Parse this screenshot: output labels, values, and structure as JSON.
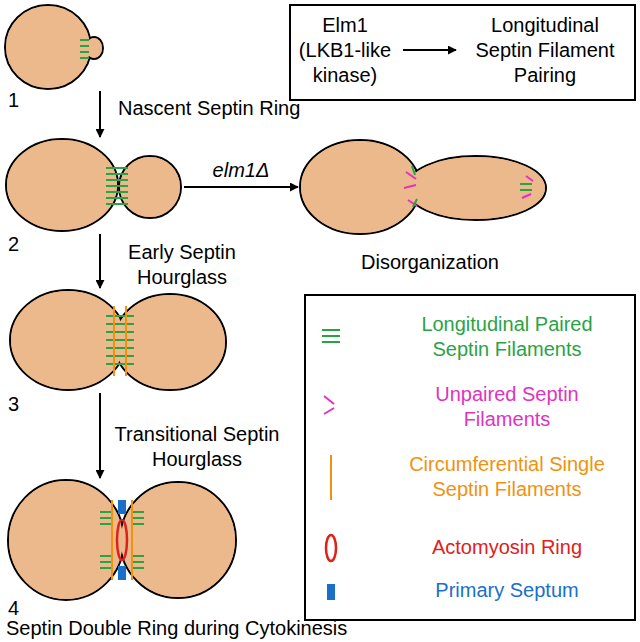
{
  "diagram": {
    "nodes": [
      {
        "text": [
          "Elm1 (LKB1-like kinase)"
        ]
      },
      {
        "text": [
          "Longitudinal Septin Filament Pairing"
        ]
      },
      {
        "text": [
          "1",
          "Nascent Septin Ring"
        ]
      },
      {
        "text": [
          "2",
          "Early Septin Hourglass"
        ]
      },
      {
        "text": [
          "3",
          "Transitional Septin Hourglass"
        ]
      },
      {
        "text": [
          "4",
          "Septin Double Ring during Cytokinesis"
        ]
      },
      {
        "text": [
          "Disorganization"
        ]
      }
    ],
    "edges": [
      {
        "from": 0,
        "to": 1,
        "arrow": "to"
      },
      {
        "from": 2,
        "to": 3,
        "arrow": "to"
      },
      {
        "from": 3,
        "to": 4,
        "arrow": "to"
      },
      {
        "from": 4,
        "to": 5,
        "arrow": "to"
      },
      {
        "from": 3,
        "to": 6,
        "label": "elm1Δ",
        "arrow": "to"
      }
    ],
    "legend": [
      {
        "text": "Longitudinal Paired Septin Filaments"
      },
      {
        "text": "Unpaired Septin Filaments"
      },
      {
        "text": "Circumferential Single Septin Filaments"
      },
      {
        "text": "Actomyosin Ring"
      },
      {
        "text": "Primary Septum"
      }
    ]
  }
}
